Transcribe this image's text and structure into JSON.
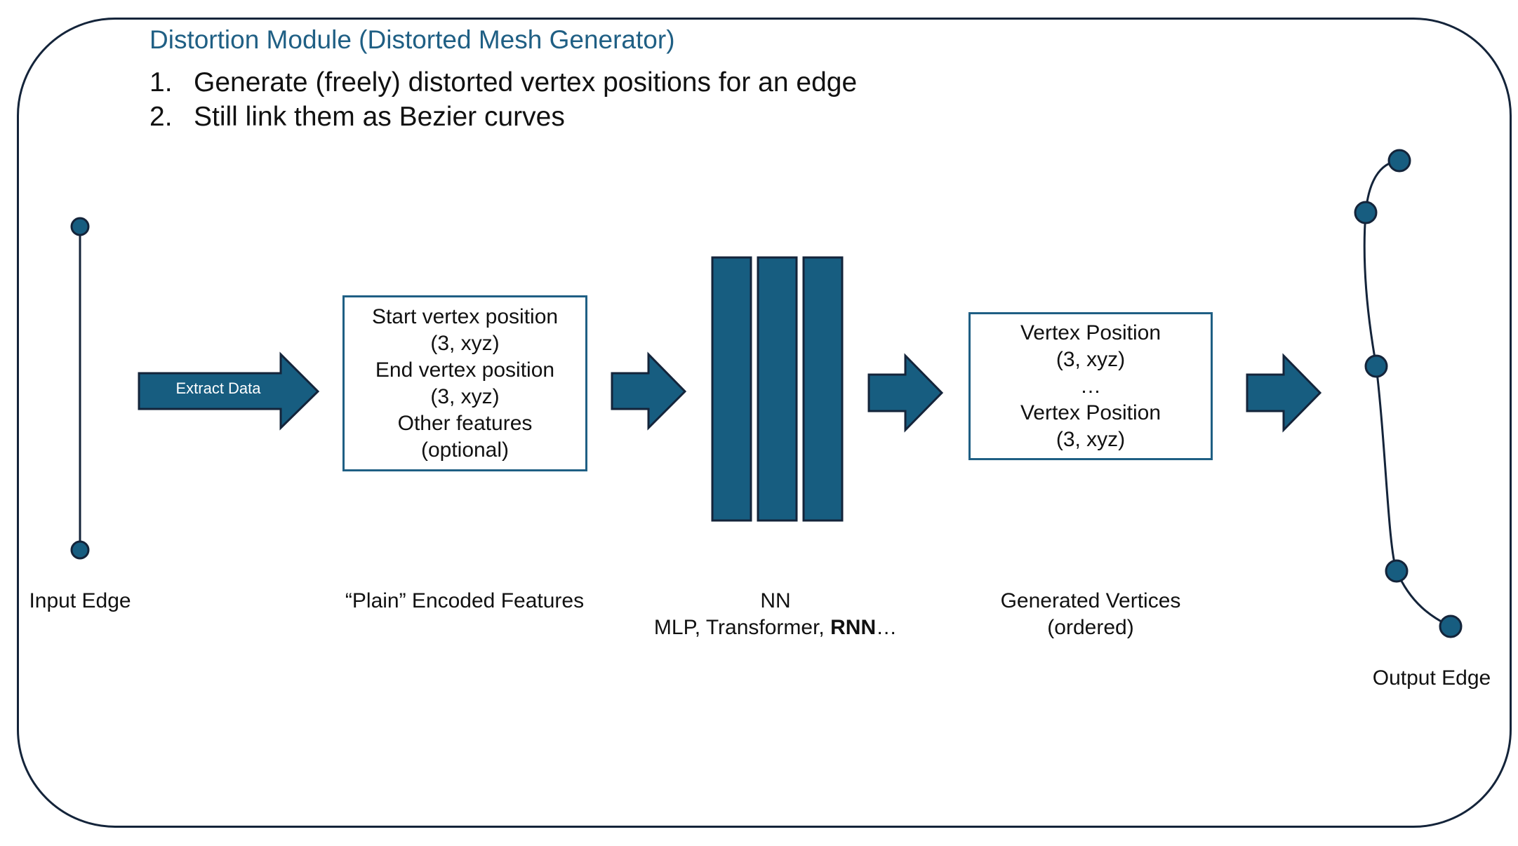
{
  "module": {
    "title": "Distortion Module (Distorted Mesh Generator)",
    "steps": [
      {
        "num": "1.",
        "text": "Generate (freely) distorted vertex positions for an edge"
      },
      {
        "num": "2.",
        "text": "Still link them as Bezier curves"
      }
    ]
  },
  "input_edge": {
    "label": "Input Edge"
  },
  "extract_arrow": {
    "label": "Extract Data"
  },
  "features_box": {
    "lines": [
      "Start vertex position",
      "(3, xyz)",
      "End vertex position",
      "(3, xyz)",
      "Other features",
      "(optional)"
    ],
    "caption": "“Plain” Encoded Features"
  },
  "nn": {
    "caption_line1": "NN",
    "caption_line2_prefix": "MLP, Transformer, ",
    "caption_line2_bold": "RNN",
    "caption_line2_suffix": "…"
  },
  "vertices_box": {
    "lines": [
      "Vertex Position",
      "(3, xyz)",
      "…",
      "Vertex Position",
      "(3, xyz)"
    ],
    "caption_line1": "Generated Vertices",
    "caption_line2": "(ordered)"
  },
  "output_edge": {
    "label": "Output Edge"
  },
  "colors": {
    "accent": "#1f5f84",
    "node_fill": "#175d80",
    "node_stroke": "#14243a",
    "frame": "#14243a"
  },
  "icons": {
    "arrow": "right-block-arrow",
    "node": "vertex-circle",
    "nn": "neural-network-layers"
  }
}
